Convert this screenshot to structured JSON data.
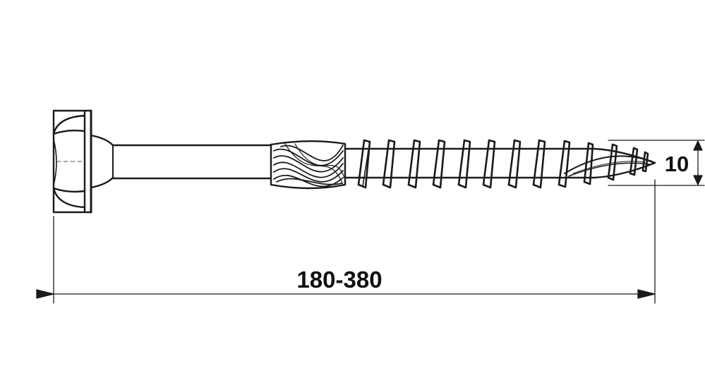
{
  "drawing": {
    "subject": "hex-head-screw",
    "line_color": "#1a1a1a",
    "background": "#ffffff"
  },
  "dimensions": {
    "length_label": "180-380",
    "diameter_label": "10"
  }
}
